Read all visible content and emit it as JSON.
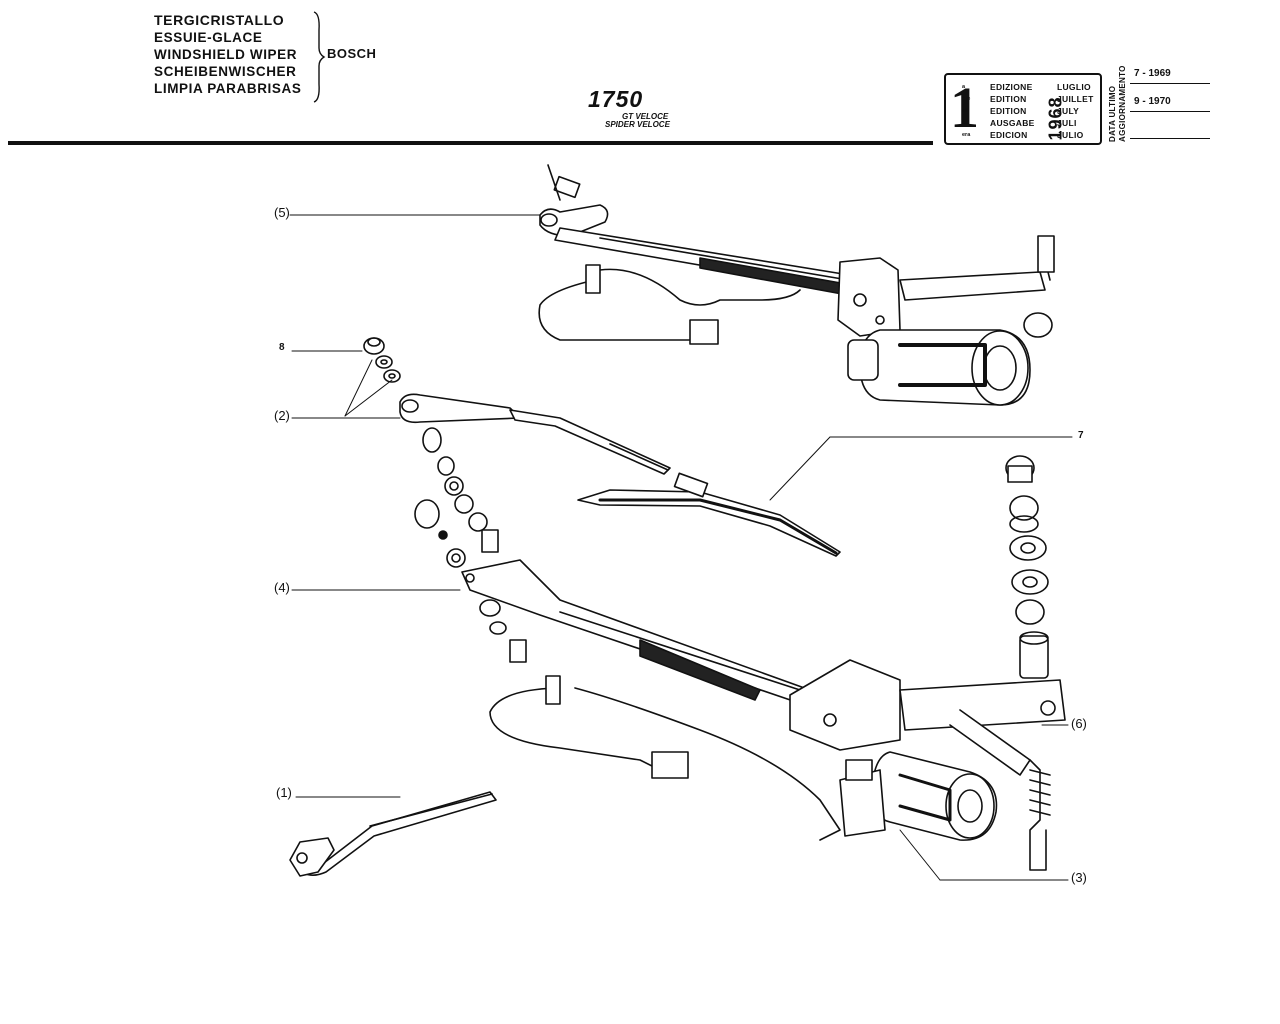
{
  "header": {
    "titles": [
      "TERGICRISTALLO",
      "ESSUIE-GLACE",
      "WINDSHIELD WIPER",
      "SCHEIBENWISCHER",
      "LIMPIA PARABRISAS"
    ],
    "maker": "BOSCH",
    "model": "1750",
    "variants": [
      "GT VELOCE",
      "SPIDER VELOCE"
    ]
  },
  "edition": {
    "number": "1",
    "suffixes": [
      "a",
      "ère",
      "st",
      "e",
      "era"
    ],
    "labels": [
      "EDIZIONE",
      "EDITION",
      "EDITION",
      "AUSGABE",
      "EDICION"
    ],
    "months": [
      "LUGLIO",
      "JUILLET",
      "JULY",
      "JULI",
      "JULIO"
    ],
    "year": "1968"
  },
  "update": {
    "label_1": "DATA ULTIMO",
    "label_2": "AGGIORNAMENTO",
    "dates": [
      "7 - 1969",
      "9 - 1970"
    ]
  },
  "callouts": {
    "c5": "(5)",
    "c8": "8",
    "c2": "(2)",
    "c7": "7",
    "c4": "(4)",
    "c6": "(6)",
    "c1": "(1)",
    "c3": "(3)"
  }
}
